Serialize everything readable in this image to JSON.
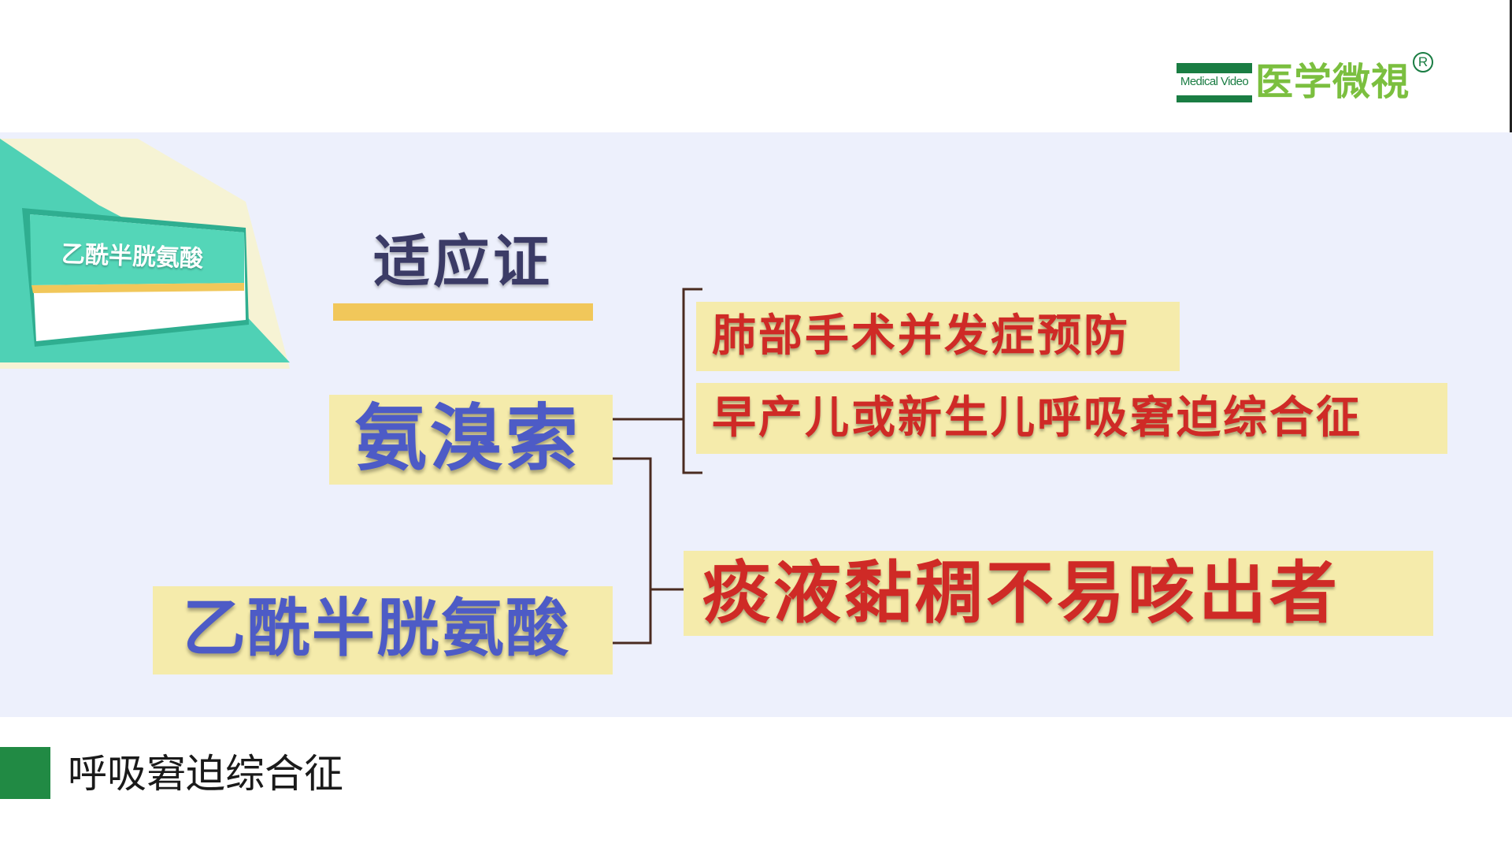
{
  "brand": {
    "english_label": "Medical Video",
    "chinese_name": "医学微視",
    "registered_mark": "R",
    "colors": {
      "dark_green": "#1a7d43",
      "light_green": "#7bbf3f"
    }
  },
  "card": {
    "label": "乙酰半胱氨酸",
    "colors": {
      "teal": "#4fd1b5",
      "yellow": "#f1c75a"
    }
  },
  "slide": {
    "title": "适应证",
    "drugs": [
      "氨溴索",
      "乙酰半胱氨酸"
    ],
    "indications": [
      "肺部手术并发症预防",
      "早产儿或新生儿呼吸窘迫综合征",
      "痰液黏稠不易咳出者"
    ],
    "colors": {
      "background": "#edf0fc",
      "highlight": "#f5ebab",
      "drug_text": "#4d5bc6",
      "indication_text": "#cf2a26",
      "connector": "#4a2b20"
    }
  },
  "footer": {
    "caption": "呼吸窘迫综合征",
    "square_color": "#218a44"
  }
}
